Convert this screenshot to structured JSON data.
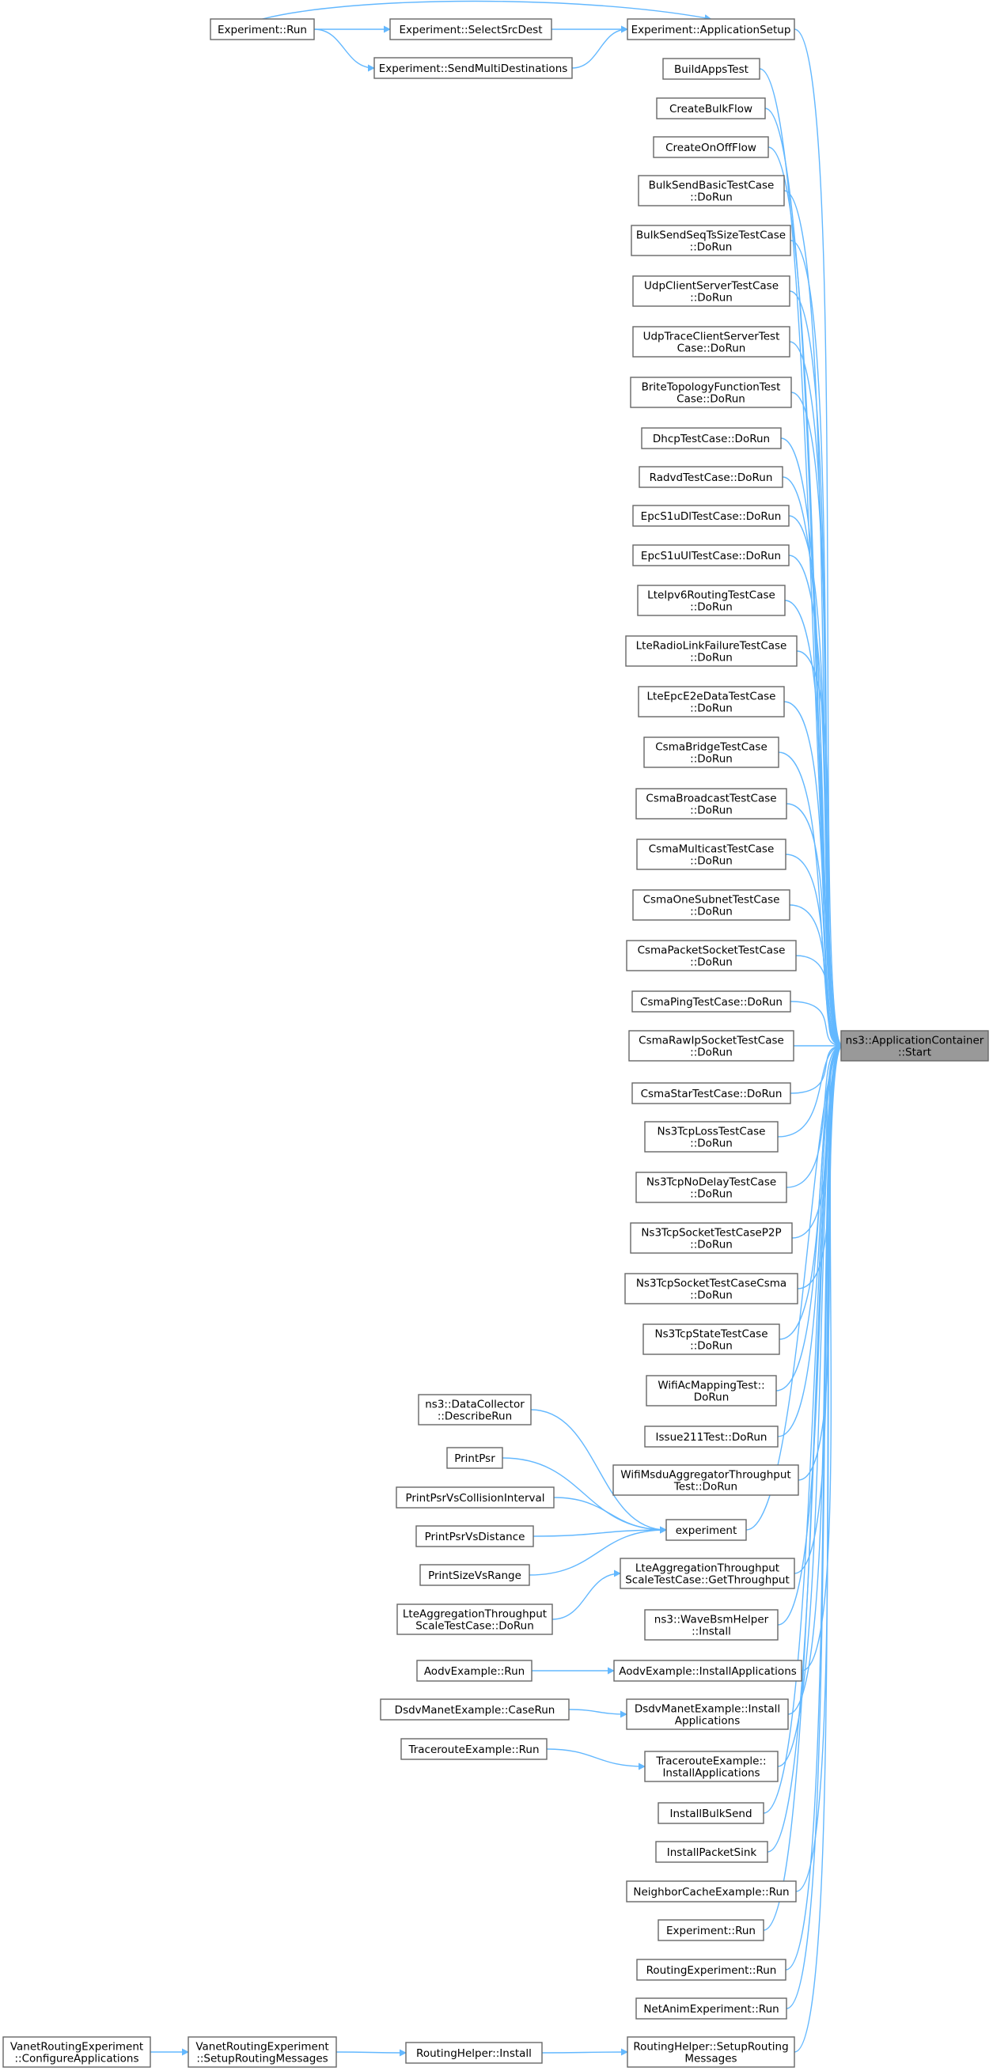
{
  "edge_color": "#63b8ff",
  "target_fill": "#999999",
  "nodes": [
    {
      "id": "target",
      "lines": [
        "ns3::ApplicationContainer",
        "::Start"
      ]
    },
    {
      "id": "appsetup",
      "lines": [
        "Experiment::ApplicationSetup"
      ]
    },
    {
      "id": "buildapps",
      "lines": [
        "BuildAppsTest"
      ]
    },
    {
      "id": "createbulk",
      "lines": [
        "CreateBulkFlow"
      ]
    },
    {
      "id": "createonoff",
      "lines": [
        "CreateOnOffFlow"
      ]
    },
    {
      "id": "bulkbasic",
      "lines": [
        "BulkSendBasicTestCase",
        "::DoRun"
      ]
    },
    {
      "id": "bulkseq",
      "lines": [
        "BulkSendSeqTsSizeTestCase",
        "::DoRun"
      ]
    },
    {
      "id": "udpcs",
      "lines": [
        "UdpClientServerTestCase",
        "::DoRun"
      ]
    },
    {
      "id": "udptrace",
      "lines": [
        "UdpTraceClientServerTest",
        "Case::DoRun"
      ]
    },
    {
      "id": "brite",
      "lines": [
        "BriteTopologyFunctionTest",
        "Case::DoRun"
      ]
    },
    {
      "id": "dhcp",
      "lines": [
        "DhcpTestCase::DoRun"
      ]
    },
    {
      "id": "radvd",
      "lines": [
        "RadvdTestCase::DoRun"
      ]
    },
    {
      "id": "epcdl",
      "lines": [
        "EpcS1uDlTestCase::DoRun"
      ]
    },
    {
      "id": "epcul",
      "lines": [
        "EpcS1uUlTestCase::DoRun"
      ]
    },
    {
      "id": "lteipv6",
      "lines": [
        "LteIpv6RoutingTestCase",
        "::DoRun"
      ]
    },
    {
      "id": "lterlf",
      "lines": [
        "LteRadioLinkFailureTestCase",
        "::DoRun"
      ]
    },
    {
      "id": "lteepc",
      "lines": [
        "LteEpcE2eDataTestCase",
        "::DoRun"
      ]
    },
    {
      "id": "csmabridge",
      "lines": [
        "CsmaBridgeTestCase",
        "::DoRun"
      ]
    },
    {
      "id": "csmabcast",
      "lines": [
        "CsmaBroadcastTestCase",
        "::DoRun"
      ]
    },
    {
      "id": "csmamcast",
      "lines": [
        "CsmaMulticastTestCase",
        "::DoRun"
      ]
    },
    {
      "id": "csmaone",
      "lines": [
        "CsmaOneSubnetTestCase",
        "::DoRun"
      ]
    },
    {
      "id": "csmapkt",
      "lines": [
        "CsmaPacketSocketTestCase",
        "::DoRun"
      ]
    },
    {
      "id": "csmaping",
      "lines": [
        "CsmaPingTestCase::DoRun"
      ]
    },
    {
      "id": "csmaraw",
      "lines": [
        "CsmaRawIpSocketTestCase",
        "::DoRun"
      ]
    },
    {
      "id": "csmastar",
      "lines": [
        "CsmaStarTestCase::DoRun"
      ]
    },
    {
      "id": "tcploss",
      "lines": [
        "Ns3TcpLossTestCase",
        "::DoRun"
      ]
    },
    {
      "id": "tcpnodelay",
      "lines": [
        "Ns3TcpNoDelayTestCase",
        "::DoRun"
      ]
    },
    {
      "id": "tcpp2p",
      "lines": [
        "Ns3TcpSocketTestCaseP2P",
        "::DoRun"
      ]
    },
    {
      "id": "tcpcsma",
      "lines": [
        "Ns3TcpSocketTestCaseCsma",
        "::DoRun"
      ]
    },
    {
      "id": "tcpstate",
      "lines": [
        "Ns3TcpStateTestCase",
        "::DoRun"
      ]
    },
    {
      "id": "wifiac",
      "lines": [
        "WifiAcMappingTest::",
        "DoRun"
      ]
    },
    {
      "id": "issue211",
      "lines": [
        "Issue211Test::DoRun"
      ]
    },
    {
      "id": "wifimsdu",
      "lines": [
        "WifiMsduAggregatorThroughput",
        "Test::DoRun"
      ]
    },
    {
      "id": "experiment",
      "lines": [
        "experiment"
      ]
    },
    {
      "id": "lteaggget",
      "lines": [
        "LteAggregationThroughput",
        "ScaleTestCase::GetThroughput"
      ]
    },
    {
      "id": "wavebsm",
      "lines": [
        "ns3::WaveBsmHelper",
        "::Install"
      ]
    },
    {
      "id": "aodvinst",
      "lines": [
        "AodvExample::InstallApplications"
      ]
    },
    {
      "id": "dsdvinst",
      "lines": [
        "DsdvManetExample::Install",
        "Applications"
      ]
    },
    {
      "id": "trinst",
      "lines": [
        "TracerouteExample::",
        "InstallApplications"
      ]
    },
    {
      "id": "instbulk",
      "lines": [
        "InstallBulkSend"
      ]
    },
    {
      "id": "instpkt",
      "lines": [
        "InstallPacketSink"
      ]
    },
    {
      "id": "neighbor",
      "lines": [
        "NeighborCacheExample::Run"
      ]
    },
    {
      "id": "exprun2",
      "lines": [
        "Experiment::Run"
      ]
    },
    {
      "id": "routingexp",
      "lines": [
        "RoutingExperiment::Run"
      ]
    },
    {
      "id": "netanim",
      "lines": [
        "NetAnimExperiment::Run"
      ]
    },
    {
      "id": "rhsetup",
      "lines": [
        "RoutingHelper::SetupRouting",
        "Messages"
      ]
    },
    {
      "id": "exprun1",
      "lines": [
        "Experiment::Run"
      ]
    },
    {
      "id": "selectsrc",
      "lines": [
        "Experiment::SelectSrcDest"
      ]
    },
    {
      "id": "sendmulti",
      "lines": [
        "Experiment::SendMultiDestinations"
      ]
    },
    {
      "id": "datacoll",
      "lines": [
        "ns3::DataCollector",
        "::DescribeRun"
      ]
    },
    {
      "id": "printpsr",
      "lines": [
        "PrintPsr"
      ]
    },
    {
      "id": "printcoll",
      "lines": [
        "PrintPsrVsCollisionInterval"
      ]
    },
    {
      "id": "printdist",
      "lines": [
        "PrintPsrVsDistance"
      ]
    },
    {
      "id": "printsize",
      "lines": [
        "PrintSizeVsRange"
      ]
    },
    {
      "id": "lteaggrun",
      "lines": [
        "LteAggregationThroughput",
        "ScaleTestCase::DoRun"
      ]
    },
    {
      "id": "aodvrun",
      "lines": [
        "AodvExample::Run"
      ]
    },
    {
      "id": "dsdvcase",
      "lines": [
        "DsdvManetExample::CaseRun"
      ]
    },
    {
      "id": "trrun",
      "lines": [
        "TracerouteExample::Run"
      ]
    },
    {
      "id": "rhinstall",
      "lines": [
        "RoutingHelper::Install"
      ]
    },
    {
      "id": "vanetsetup",
      "lines": [
        "VanetRoutingExperiment",
        "::SetupRoutingMessages"
      ]
    },
    {
      "id": "vanetconf",
      "lines": [
        "VanetRoutingExperiment",
        "::ConfigureApplications"
      ]
    }
  ],
  "edges": [
    [
      "exprun1",
      "appsetup"
    ],
    [
      "exprun1",
      "selectsrc"
    ],
    [
      "exprun1",
      "sendmulti"
    ],
    [
      "selectsrc",
      "appsetup"
    ],
    [
      "sendmulti",
      "appsetup"
    ],
    [
      "appsetup",
      "target"
    ],
    [
      "buildapps",
      "target"
    ],
    [
      "createbulk",
      "target"
    ],
    [
      "createonoff",
      "target"
    ],
    [
      "bulkbasic",
      "target"
    ],
    [
      "bulkseq",
      "target"
    ],
    [
      "udpcs",
      "target"
    ],
    [
      "udptrace",
      "target"
    ],
    [
      "brite",
      "target"
    ],
    [
      "dhcp",
      "target"
    ],
    [
      "radvd",
      "target"
    ],
    [
      "epcdl",
      "target"
    ],
    [
      "epcul",
      "target"
    ],
    [
      "lteipv6",
      "target"
    ],
    [
      "lterlf",
      "target"
    ],
    [
      "lteepc",
      "target"
    ],
    [
      "csmabridge",
      "target"
    ],
    [
      "csmabcast",
      "target"
    ],
    [
      "csmamcast",
      "target"
    ],
    [
      "csmaone",
      "target"
    ],
    [
      "csmapkt",
      "target"
    ],
    [
      "csmaping",
      "target"
    ],
    [
      "csmaraw",
      "target"
    ],
    [
      "csmastar",
      "target"
    ],
    [
      "tcploss",
      "target"
    ],
    [
      "tcpnodelay",
      "target"
    ],
    [
      "tcpp2p",
      "target"
    ],
    [
      "tcpcsma",
      "target"
    ],
    [
      "tcpstate",
      "target"
    ],
    [
      "wifiac",
      "target"
    ],
    [
      "issue211",
      "target"
    ],
    [
      "wifimsdu",
      "target"
    ],
    [
      "experiment",
      "target"
    ],
    [
      "lteaggget",
      "target"
    ],
    [
      "wavebsm",
      "target"
    ],
    [
      "aodvinst",
      "target"
    ],
    [
      "dsdvinst",
      "target"
    ],
    [
      "trinst",
      "target"
    ],
    [
      "instbulk",
      "target"
    ],
    [
      "instpkt",
      "target"
    ],
    [
      "neighbor",
      "target"
    ],
    [
      "exprun2",
      "target"
    ],
    [
      "routingexp",
      "target"
    ],
    [
      "netanim",
      "target"
    ],
    [
      "rhsetup",
      "target"
    ],
    [
      "datacoll",
      "experiment"
    ],
    [
      "printpsr",
      "experiment"
    ],
    [
      "printcoll",
      "experiment"
    ],
    [
      "printdist",
      "experiment"
    ],
    [
      "printsize",
      "experiment"
    ],
    [
      "lteaggrun",
      "lteaggget"
    ],
    [
      "aodvrun",
      "aodvinst"
    ],
    [
      "dsdvcase",
      "dsdvinst"
    ],
    [
      "trrun",
      "trinst"
    ],
    [
      "rhinstall",
      "rhsetup"
    ],
    [
      "vanetsetup",
      "rhinstall"
    ],
    [
      "vanetconf",
      "vanetsetup"
    ]
  ]
}
